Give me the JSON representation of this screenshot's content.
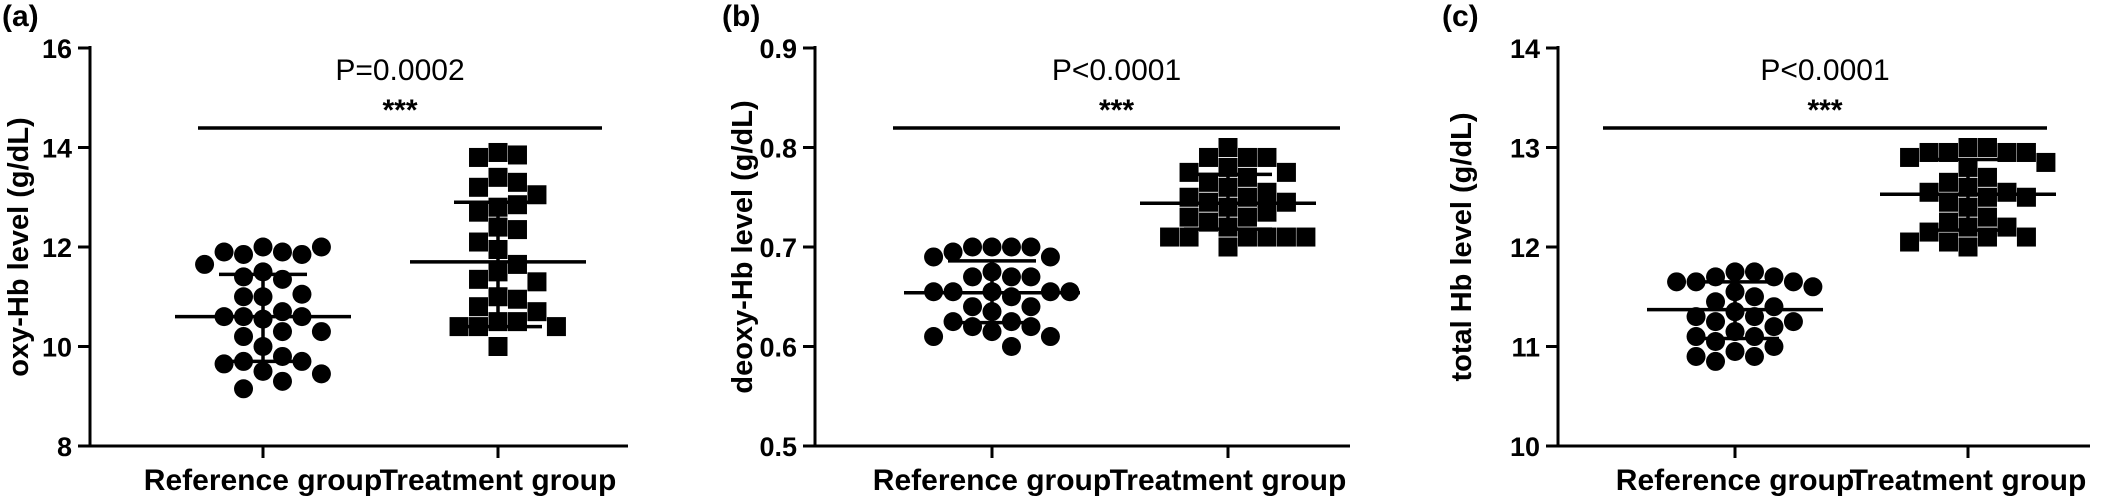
{
  "chart_data": [
    {
      "type": "scatter",
      "panel_label": "(a)",
      "ylabel": "oxy-Hb level (g/dL)",
      "ylim": [
        8,
        16
      ],
      "yticks": [
        8,
        10,
        12,
        14,
        16
      ],
      "ytick_labels": [
        "8",
        "10",
        "12",
        "14",
        "16"
      ],
      "categories": [
        "Reference group",
        "Treatment group"
      ],
      "annotation": {
        "p_value": "P=0.0002",
        "stars": "***"
      },
      "series": [
        {
          "marker": "circle",
          "mean": 10.6,
          "sd_low": 9.7,
          "sd_high": 11.45,
          "values": [
            12.0,
            11.9,
            11.85,
            11.85,
            11.9,
            12.0,
            11.65,
            11.5,
            11.35,
            11.4,
            11.0,
            11.0,
            11.05,
            10.7,
            10.55,
            10.6,
            10.6,
            10.6,
            10.3,
            10.3,
            10.2,
            10.0,
            9.8,
            9.7,
            9.7,
            9.65,
            9.5,
            9.45,
            9.3,
            9.15
          ]
        },
        {
          "marker": "square",
          "mean": 11.7,
          "sd_low": 10.4,
          "sd_high": 12.9,
          "values": [
            13.9,
            13.85,
            13.8,
            13.4,
            13.3,
            13.2,
            13.05,
            12.8,
            12.85,
            12.7,
            12.4,
            12.35,
            12.1,
            11.95,
            11.5,
            11.65,
            11.35,
            11.3,
            11.0,
            10.95,
            10.8,
            10.7,
            10.5,
            10.5,
            10.4,
            10.4,
            10.4,
            10.0
          ]
        }
      ]
    },
    {
      "type": "scatter",
      "panel_label": "(b)",
      "ylabel": "deoxy-Hb level (g/dL)",
      "ylim": [
        0.5,
        0.9
      ],
      "yticks": [
        0.5,
        0.6,
        0.7,
        0.8,
        0.9
      ],
      "ytick_labels": [
        "0.5",
        "0.6",
        "0.7",
        "0.8",
        "0.9"
      ],
      "categories": [
        "Reference group",
        "Treatment group"
      ],
      "annotation": {
        "p_value": "P<0.0001",
        "stars": "***"
      },
      "series": [
        {
          "marker": "circle",
          "mean": 0.654,
          "sd_low": 0.624,
          "sd_high": 0.686,
          "values": [
            0.7,
            0.7,
            0.7,
            0.7,
            0.695,
            0.69,
            0.69,
            0.675,
            0.67,
            0.67,
            0.67,
            0.655,
            0.655,
            0.655,
            0.655,
            0.655,
            0.65,
            0.64,
            0.64,
            0.635,
            0.625,
            0.625,
            0.62,
            0.62,
            0.615,
            0.61,
            0.61,
            0.6
          ]
        },
        {
          "marker": "square",
          "mean": 0.744,
          "sd_low": 0.718,
          "sd_high": 0.773,
          "values": [
            0.8,
            0.79,
            0.79,
            0.79,
            0.78,
            0.775,
            0.775,
            0.77,
            0.765,
            0.76,
            0.755,
            0.75,
            0.75,
            0.745,
            0.745,
            0.74,
            0.735,
            0.73,
            0.73,
            0.725,
            0.72,
            0.71,
            0.71,
            0.71,
            0.71,
            0.71,
            0.71,
            0.7
          ]
        }
      ]
    },
    {
      "type": "scatter",
      "panel_label": "(c)",
      "ylabel": "total Hb level (g/dL)",
      "ylim": [
        10,
        14
      ],
      "yticks": [
        10,
        11,
        12,
        13,
        14
      ],
      "ytick_labels": [
        "10",
        "11",
        "12",
        "13",
        "14"
      ],
      "categories": [
        "Reference group",
        "Treatment group"
      ],
      "annotation": {
        "p_value": "P<0.0001",
        "stars": "***"
      },
      "series": [
        {
          "marker": "circle",
          "mean": 11.37,
          "sd_low": 11.08,
          "sd_high": 11.65,
          "values": [
            11.75,
            11.75,
            11.7,
            11.7,
            11.65,
            11.65,
            11.65,
            11.6,
            11.55,
            11.5,
            11.45,
            11.4,
            11.35,
            11.3,
            11.3,
            11.25,
            11.25,
            11.2,
            11.15,
            11.1,
            11.1,
            11.05,
            11.0,
            10.95,
            10.9,
            10.9,
            10.85
          ]
        },
        {
          "marker": "square",
          "mean": 12.53,
          "sd_low": 12.17,
          "sd_high": 12.88,
          "values": [
            13.0,
            13.0,
            12.95,
            12.95,
            12.95,
            12.95,
            12.9,
            12.85,
            12.8,
            12.7,
            12.65,
            12.6,
            12.55,
            12.55,
            12.5,
            12.5,
            12.45,
            12.4,
            12.3,
            12.25,
            12.2,
            12.2,
            12.15,
            12.1,
            12.1,
            12.05,
            12.05,
            12.0
          ]
        }
      ]
    }
  ]
}
